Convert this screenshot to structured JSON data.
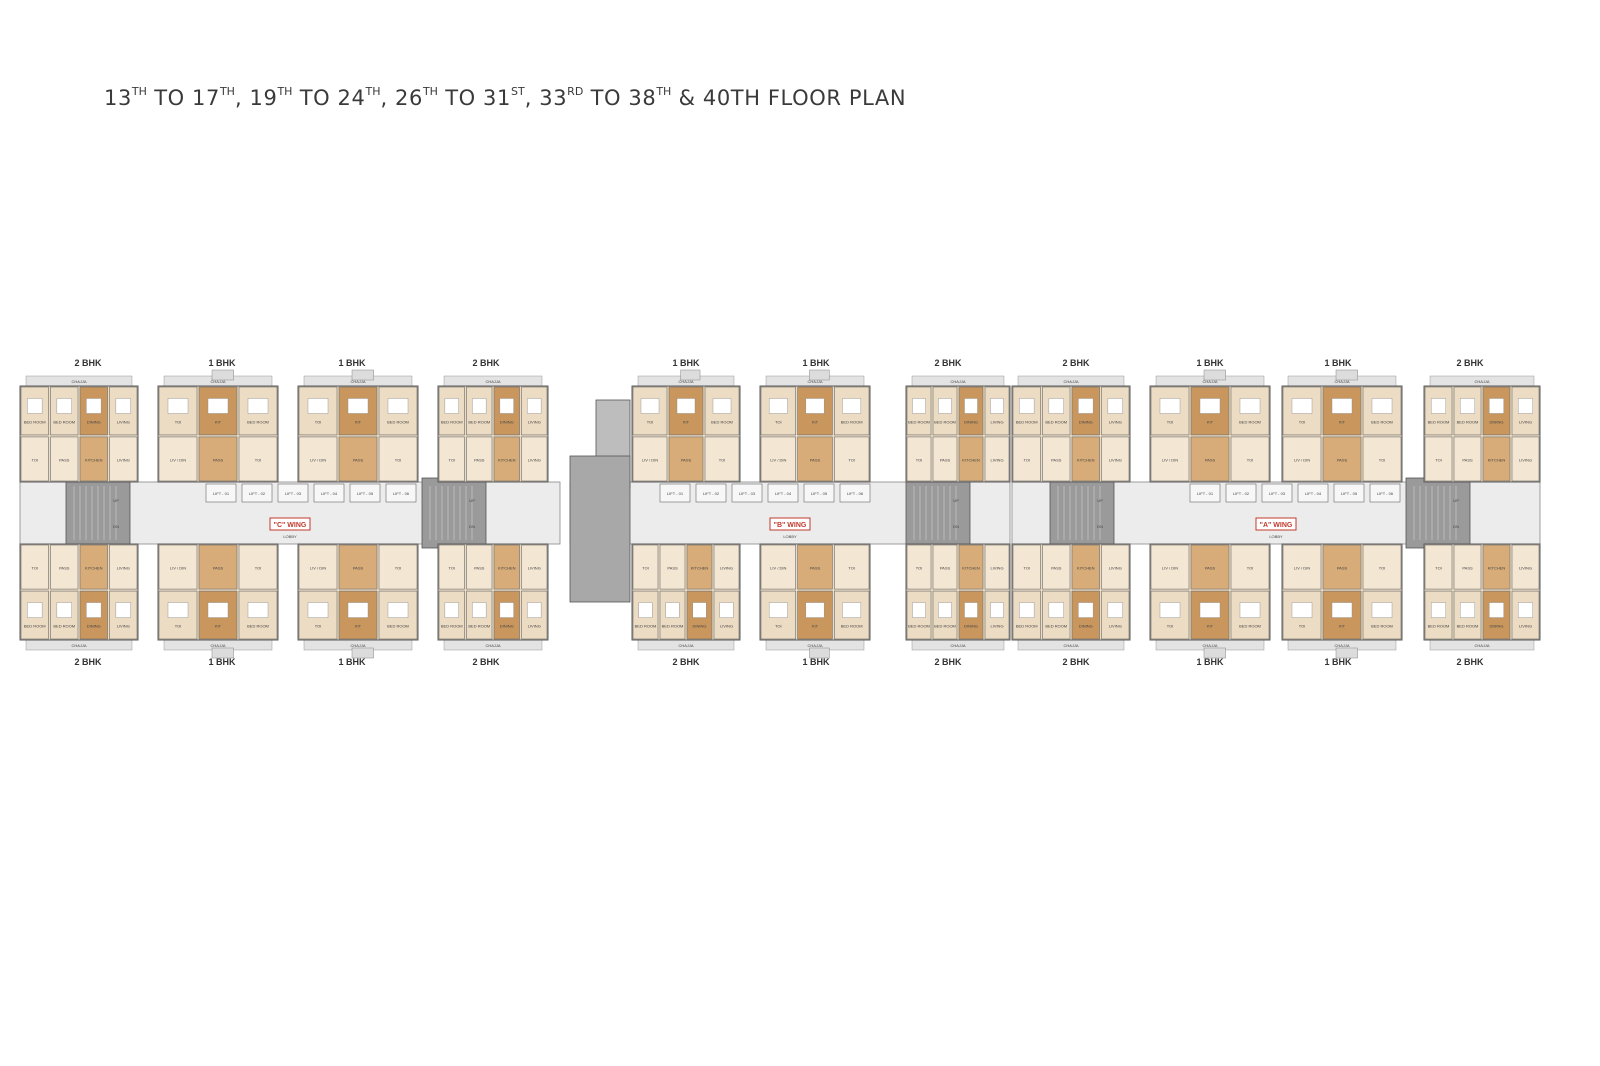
{
  "title": {
    "segments": [
      {
        "text": "13",
        "sup": "TH"
      },
      {
        "text": " TO 17",
        "sup": "TH"
      },
      {
        "text": ", 19",
        "sup": "TH"
      },
      {
        "text": " TO 24",
        "sup": "TH"
      },
      {
        "text": ", 26",
        "sup": "TH"
      },
      {
        "text": " TO 31",
        "sup": "ST"
      },
      {
        "text": ", 33",
        "sup": "RD"
      },
      {
        "text": " TO 38",
        "sup": "TH"
      },
      {
        "text": " & 40TH FLOOR PLAN",
        "sup": ""
      }
    ]
  },
  "wings": [
    {
      "label": "\"C\" WING",
      "lobby": "LOBBY",
      "top_units": [
        "2 BHK",
        "1 BHK",
        "1 BHK",
        "2 BHK"
      ],
      "bottom_units": [
        "2 BHK",
        "1 BHK",
        "1 BHK",
        "2 BHK"
      ],
      "lifts": [
        "LIFT - 01",
        "LIFT - 02",
        "LIFT - 03",
        "LIFT - 04",
        "LIFT - 05",
        "LIFT - 06"
      ]
    },
    {
      "label": "\"B\" WING",
      "lobby": "LOBBY",
      "top_units": [
        "1 BHK",
        "1 BHK",
        "2 BHK"
      ],
      "bottom_units": [
        "2 BHK",
        "1 BHK",
        "2 BHK"
      ],
      "lifts": [
        "LIFT - 01",
        "LIFT - 02",
        "LIFT - 03",
        "LIFT - 04",
        "LIFT - 05",
        "LIFT - 06"
      ]
    },
    {
      "label": "\"A\" WING",
      "lobby": "LOBBY",
      "top_units": [
        "2 BHK",
        "1 BHK",
        "1 BHK",
        "2 BHK"
      ],
      "bottom_units": [
        "2 BHK",
        "1 BHK",
        "1 BHK",
        "2 BHK"
      ],
      "lifts": [
        "LIFT - 01",
        "LIFT - 02",
        "LIFT - 03",
        "LIFT - 04",
        "LIFT - 05",
        "LIFT - 06"
      ]
    }
  ],
  "room_labels": {
    "bedroom": "BED ROOM",
    "living": "LIVING",
    "dining": "DINING",
    "kitchen": "KITCHEN",
    "toilet": "TOI",
    "passage": "PASS",
    "chajja": "CHAJJA",
    "kit": "KIT",
    "liv_din": "LIV / DIN",
    "up": "UP",
    "dn": "DN"
  },
  "colors": {
    "unit_fill": "#ecdcc4",
    "unit_fill_dark": "#c9975e",
    "chajja": "#e3e3e3",
    "stair": "#9a9a9a",
    "lobby": "#ececec",
    "wall": "#5b5b5b",
    "wing_label": "#c0392b"
  }
}
